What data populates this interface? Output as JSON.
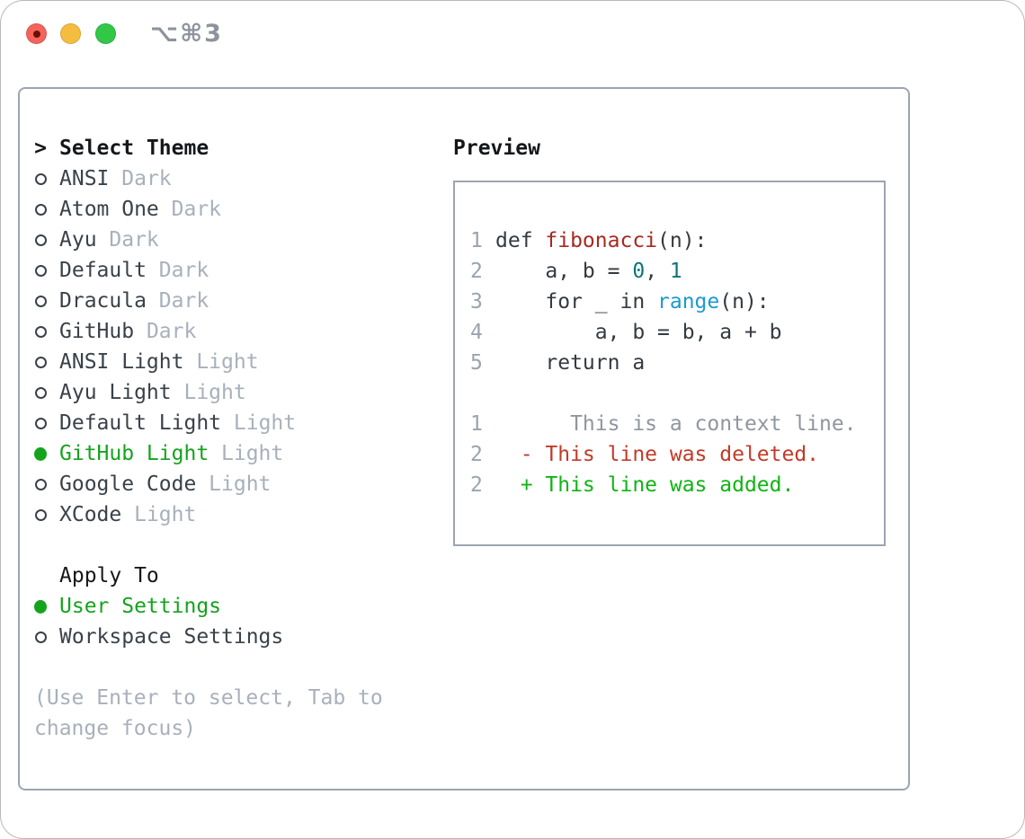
{
  "window": {
    "title": "⌥⌘3",
    "traffic_lights": [
      {
        "name": "close-button",
        "color_key": "tl-red"
      },
      {
        "name": "minimize-button",
        "color_key": "tl-yellow"
      },
      {
        "name": "zoom-button",
        "color_key": "tl-green"
      }
    ]
  },
  "theme_selector": {
    "header_prefix": ">",
    "header": "Select Theme",
    "items": [
      {
        "name": "ANSI",
        "variant": "Dark",
        "selected": false
      },
      {
        "name": "Atom One",
        "variant": "Dark",
        "selected": false
      },
      {
        "name": "Ayu",
        "variant": "Dark",
        "selected": false
      },
      {
        "name": "Default",
        "variant": "Dark",
        "selected": false
      },
      {
        "name": "Dracula",
        "variant": "Dark",
        "selected": false
      },
      {
        "name": "GitHub",
        "variant": "Dark",
        "selected": false
      },
      {
        "name": "ANSI Light",
        "variant": "Light",
        "selected": false
      },
      {
        "name": "Ayu Light",
        "variant": "Light",
        "selected": false
      },
      {
        "name": "Default Light",
        "variant": "Light",
        "selected": false
      },
      {
        "name": "GitHub Light",
        "variant": "Light",
        "selected": true
      },
      {
        "name": "Google Code",
        "variant": "Light",
        "selected": false
      },
      {
        "name": "XCode",
        "variant": "Light",
        "selected": false
      }
    ],
    "apply_to": {
      "header": "Apply To",
      "options": [
        {
          "label": "User Settings",
          "selected": true
        },
        {
          "label": "Workspace Settings",
          "selected": false
        }
      ]
    },
    "hint": "(Use Enter to select, Tab to change focus)"
  },
  "preview": {
    "header": "Preview",
    "lines": [
      {
        "num": "1",
        "parts": [
          {
            "t": "def ",
            "c": "code"
          },
          {
            "t": "fibonacci",
            "c": "func"
          },
          {
            "t": "(n):",
            "c": "code"
          }
        ]
      },
      {
        "num": "2",
        "parts": [
          {
            "t": "    a, b = ",
            "c": "code"
          },
          {
            "t": "0",
            "c": "num"
          },
          {
            "t": ", ",
            "c": "code"
          },
          {
            "t": "1",
            "c": "num"
          }
        ]
      },
      {
        "num": "3",
        "parts": [
          {
            "t": "    for _ in ",
            "c": "code"
          },
          {
            "t": "range",
            "c": "builtin"
          },
          {
            "t": "(n):",
            "c": "code"
          }
        ]
      },
      {
        "num": "4",
        "parts": [
          {
            "t": "        a, b = b, a + b",
            "c": "code"
          }
        ]
      },
      {
        "num": "5",
        "parts": [
          {
            "t": "    return a",
            "c": "code"
          }
        ]
      },
      {
        "num": "",
        "parts": []
      },
      {
        "num": "1",
        "parts": [
          {
            "t": "      This is a context line.",
            "c": "ctx"
          }
        ]
      },
      {
        "num": "2",
        "parts": [
          {
            "t": "  - This line was deleted.",
            "c": "del"
          }
        ]
      },
      {
        "num": "2",
        "parts": [
          {
            "t": "  + This line was added.",
            "c": "add"
          }
        ]
      }
    ]
  },
  "colors": {
    "border": "#9ca5b0",
    "black": "#15181b",
    "dark": "#3a4149",
    "muted": "#a8b0bb",
    "green": "#14a31d",
    "ln": "#9aa3ae",
    "code": "#343a41",
    "func": "#a62a21",
    "numlit": "#0c7577",
    "builtin": "#1b9ad2",
    "ctx": "#8f969e",
    "del": "#c23a28",
    "add": "#10b414",
    "title-gray": "#8e939b",
    "tl-red": "#f4645c",
    "tl-red-dot": "#6b0f08",
    "tl-yellow": "#f5bd40",
    "tl-green": "#33c748"
  }
}
